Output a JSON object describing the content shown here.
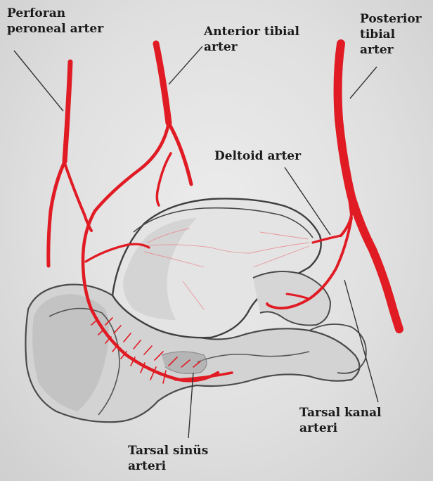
{
  "labels": {
    "perforan_peroneal": [
      "Perforan",
      "peroneal arter"
    ],
    "anterior_tibial": [
      "Anterior tibial",
      "arter"
    ],
    "posterior_tibial": [
      "Posterior",
      "tibial",
      "arter"
    ],
    "deltoid": [
      "Deltoid arter"
    ],
    "tarsal_kanal": [
      "Tarsal kanal",
      "arteri"
    ],
    "tarsal_sinus": [
      "Tarsal sinüs",
      "arteri"
    ]
  },
  "colors": {
    "artery": "#e01b24",
    "bone_outline": "#444444",
    "bone_fill": "#d9d9d9",
    "leader_line": "#333333",
    "label_text": "#1a1a1a"
  }
}
